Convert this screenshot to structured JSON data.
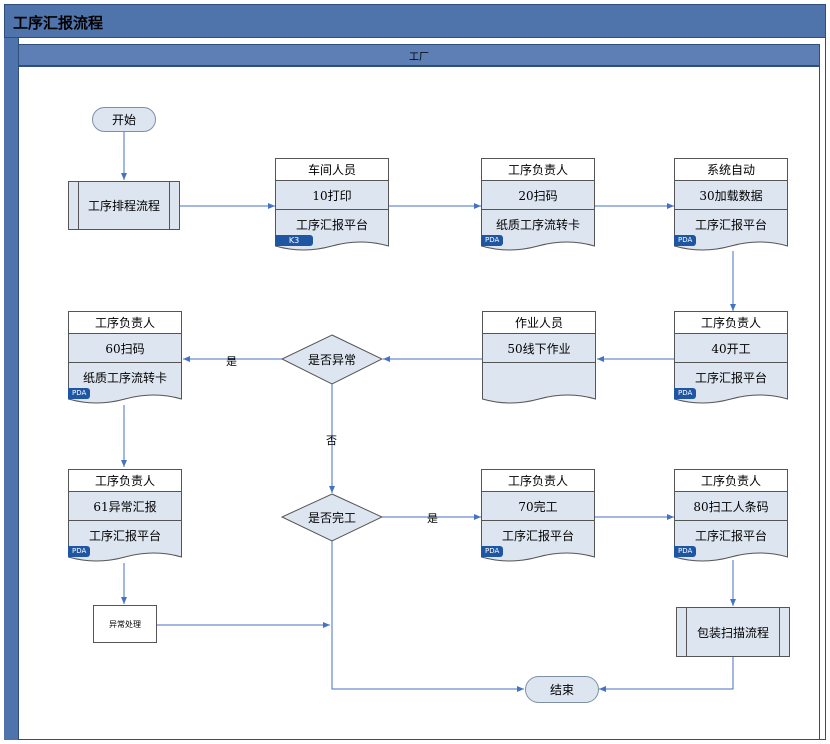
{
  "title": "工序汇报流程",
  "lane": "工厂",
  "colors": {
    "header": "#4f73ab",
    "node_fill": "#dde5f0",
    "connector": "#4472c4",
    "badge": "#1f56a3"
  },
  "nodes": {
    "start": "开始",
    "end": "结束",
    "schedule": "工序排程流程",
    "packaging": "包装扫描流程",
    "exception": "异常处理"
  },
  "cards": [
    {
      "role": "车间人员",
      "step": "10打印",
      "doc": "工序汇报平台",
      "badge": "K3"
    },
    {
      "role": "工序负责人",
      "step": "20扫码",
      "doc": "纸质工序流转卡",
      "badge": "PDA"
    },
    {
      "role": "系统自动",
      "step": "30加载数据",
      "doc": "工序汇报平台",
      "badge": "PDA"
    },
    {
      "role": "工序负责人",
      "step": "40开工",
      "doc": "工序汇报平台",
      "badge": "PDA"
    },
    {
      "role": "作业人员",
      "step": "50线下作业",
      "doc": "",
      "badge": ""
    },
    {
      "role": "工序负责人",
      "step": "60扫码",
      "doc": "纸质工序流转卡",
      "badge": "PDA"
    },
    {
      "role": "工序负责人",
      "step": "61异常汇报",
      "doc": "工序汇报平台",
      "badge": "PDA"
    },
    {
      "role": "工序负责人",
      "step": "70完工",
      "doc": "工序汇报平台",
      "badge": "PDA"
    },
    {
      "role": "工序负责人",
      "step": "80扫工人条码",
      "doc": "工序汇报平台",
      "badge": "PDA"
    }
  ],
  "decisions": {
    "abnormal": "是否异常",
    "complete": "是否完工"
  },
  "edge_labels": {
    "yes1": "是",
    "no": "否",
    "yes2": "是"
  }
}
